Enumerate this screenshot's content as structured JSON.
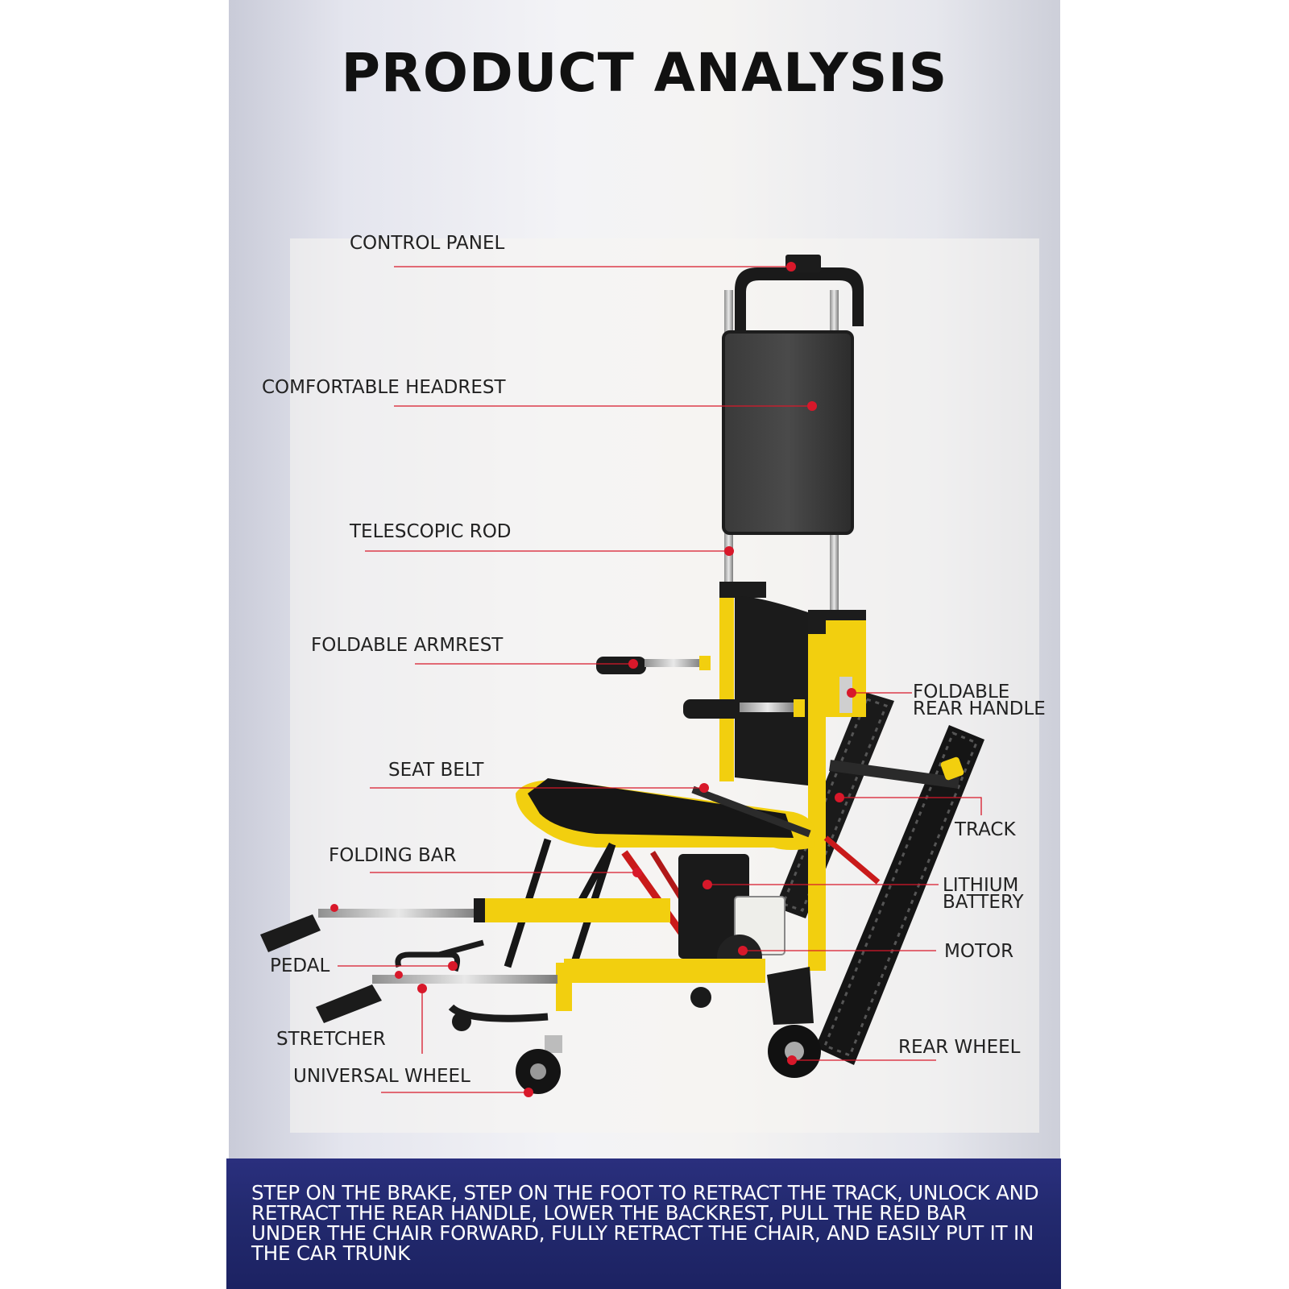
{
  "title": "PRODUCT ANALYSIS",
  "labels": {
    "control_panel": "CONTROL PANEL",
    "comfortable_headrest": "COMFORTABLE HEADREST",
    "telescopic_rod": "TELESCOPIC ROD",
    "foldable_armrest": "FOLDABLE ARMREST",
    "seat_belt": "SEAT BELT",
    "folding_bar": "FOLDING BAR",
    "pedal": "PEDAL",
    "stretcher": "STRETCHER",
    "universal_wheel": "UNIVERSAL WHEEL",
    "foldable_rear_handle_line1": "FOLDABLE",
    "foldable_rear_handle_line2": "REAR HANDLE",
    "track": "TRACK",
    "lithium_battery_line1": "LITHIUM",
    "lithium_battery_line2": "BATTERY",
    "motor": "MOTOR",
    "rear_wheel": "REAR WHEEL"
  },
  "footer": {
    "instructions": "STEP ON THE BRAKE, STEP ON THE FOOT TO RETRACT THE TRACK, UNLOCK AND RETRACT THE REAR HANDLE, LOWER THE BACKREST, PULL THE RED BAR UNDER THE CHAIR FORWARD, FULLY RETRACT THE CHAIR, AND EASILY PUT IT IN THE CAR TRUNK"
  },
  "colors": {
    "frame_yellow": "#f2cf0f",
    "callout_red": "#d8182a",
    "footer_blue": "#232a6f",
    "pad_black": "#1b1b1b"
  }
}
